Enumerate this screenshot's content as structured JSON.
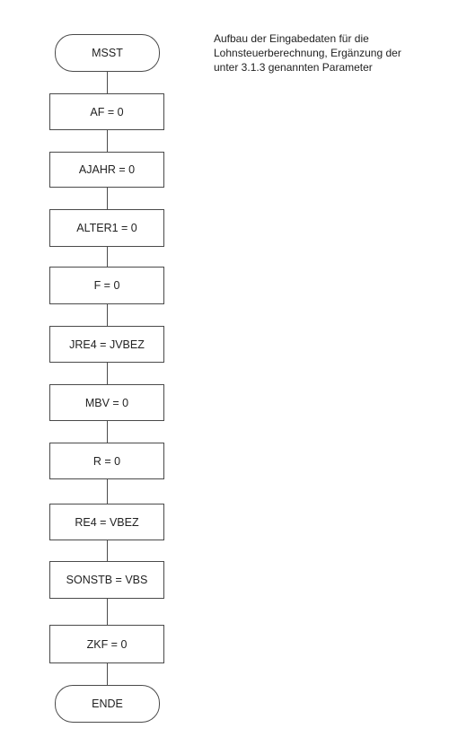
{
  "flowchart": {
    "start": "MSST",
    "steps": [
      "AF = 0",
      "AJAHR = 0",
      "ALTER1 = 0",
      "F = 0",
      "JRE4 = JVBEZ",
      "MBV = 0",
      "R = 0",
      "RE4 = VBEZ",
      "SONSTB = VBS",
      "ZKF = 0"
    ],
    "end": "ENDE"
  },
  "note": {
    "lines": [
      "Aufbau der Eingabedaten für die",
      "Lohnsteuerberechnung, Ergänzung der",
      "unter 3.1.3 genannten Parameter"
    ]
  }
}
